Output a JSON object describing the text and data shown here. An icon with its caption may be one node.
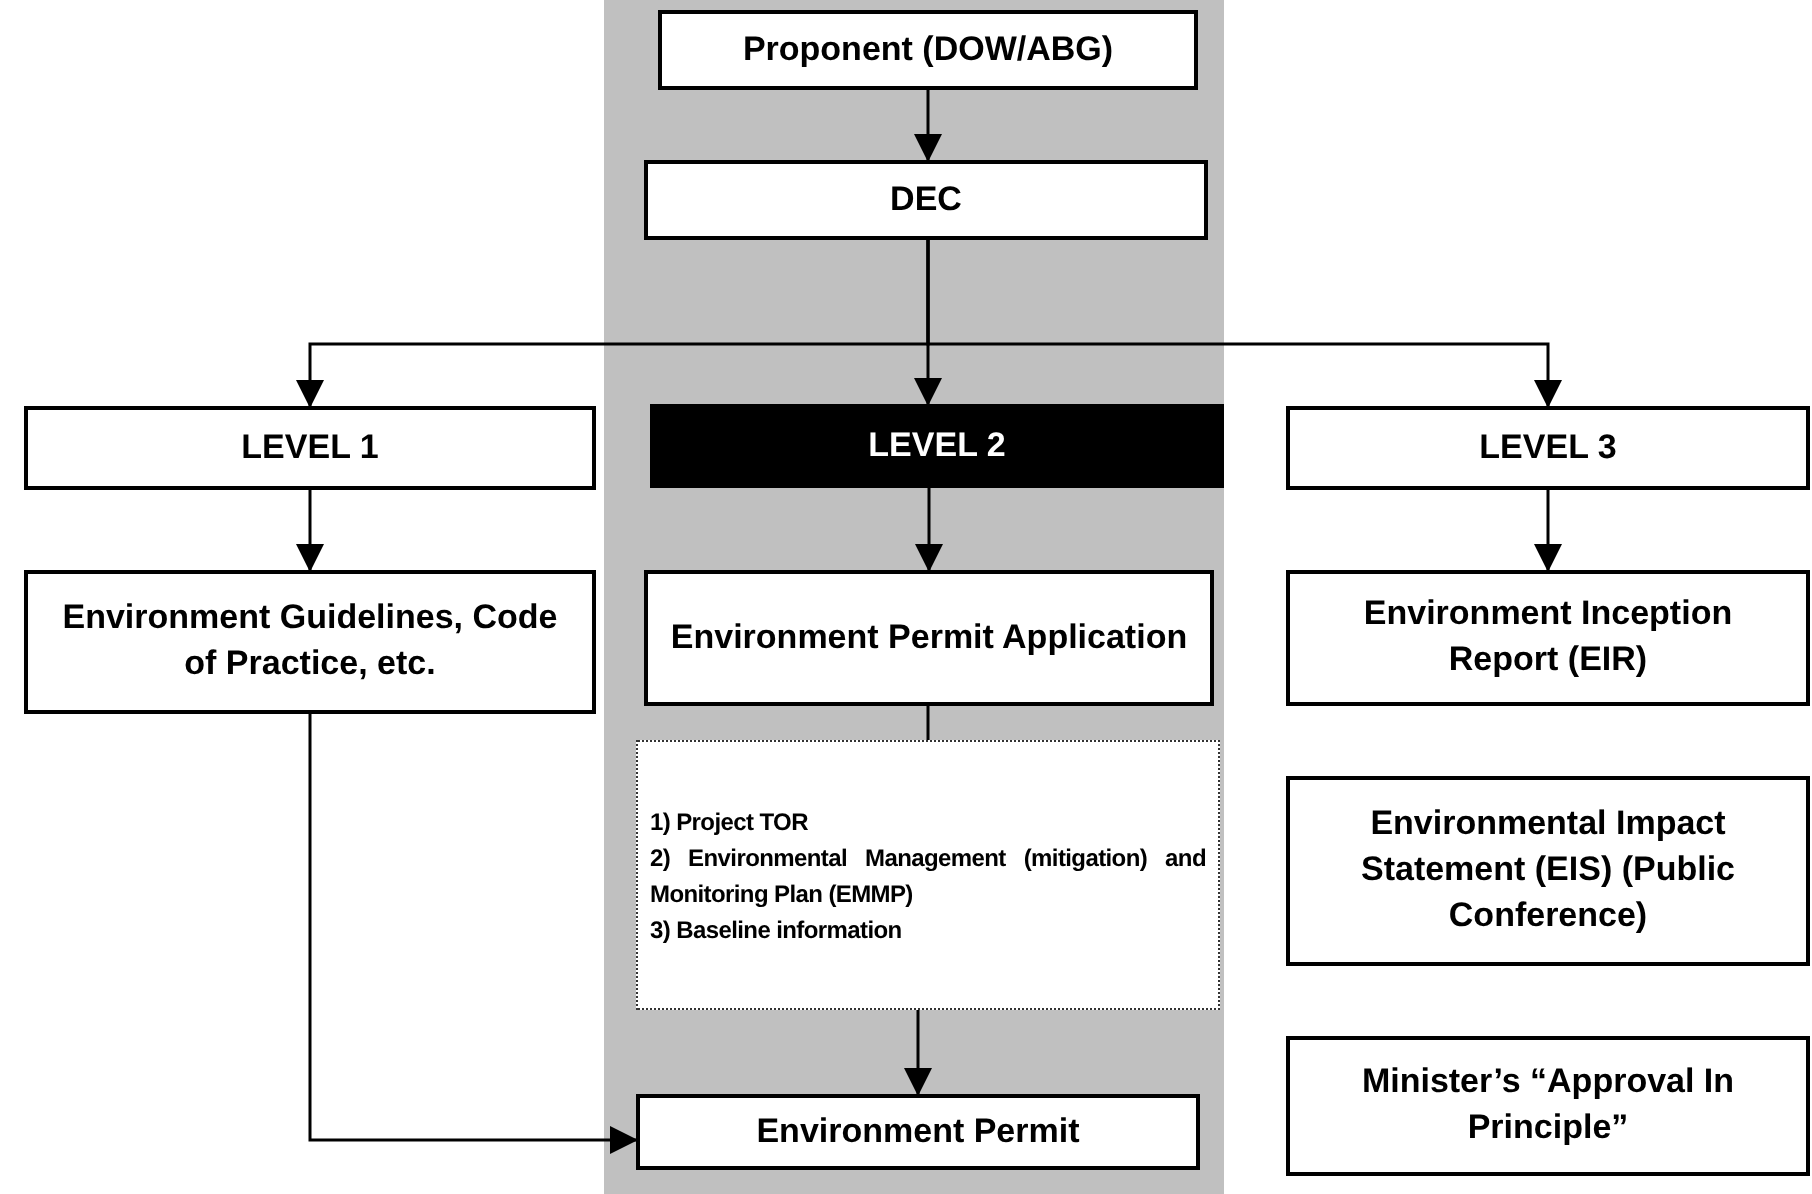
{
  "diagram": {
    "nodes": [
      {
        "text": [
          "Proponent (DOW/ABG)"
        ]
      },
      {
        "text": [
          "DEC"
        ]
      },
      {
        "text": [
          "LEVEL 1"
        ]
      },
      {
        "text": [
          "LEVEL 2"
        ]
      },
      {
        "text": [
          "LEVEL 3"
        ]
      },
      {
        "text": [
          "Environment Guidelines, Code of Practice, etc."
        ]
      },
      {
        "text": [
          "Environment Permit Application"
        ]
      },
      {
        "text": [
          "Environment Inception Report (EIR)"
        ]
      },
      {
        "text": [
          "1) Project TOR",
          "2) Environmental Management (mitigation) and Monitoring Plan (EMMP)",
          "3) Baseline information"
        ]
      },
      {
        "text": [
          "Environment Permit"
        ]
      },
      {
        "text": [
          "Environmental Impact Statement (EIS) (Public Conference)"
        ]
      },
      {
        "text": [
          "Minister’s “Approval In Principle”"
        ]
      }
    ],
    "edges": [
      {
        "from": 0,
        "to": 1,
        "arrow": "to"
      },
      {
        "from": 1,
        "to": 2,
        "arrow": "to"
      },
      {
        "from": 1,
        "to": 3,
        "arrow": "to"
      },
      {
        "from": 1,
        "to": 4,
        "arrow": "to"
      },
      {
        "from": 2,
        "to": 5,
        "arrow": "to"
      },
      {
        "from": 3,
        "to": 6,
        "arrow": "to"
      },
      {
        "from": 4,
        "to": 7,
        "arrow": "to"
      },
      {
        "from": 6,
        "to": 8,
        "arrow": "none"
      },
      {
        "from": 8,
        "to": 9,
        "arrow": "to"
      },
      {
        "from": 5,
        "to": 9,
        "arrow": "to"
      }
    ]
  }
}
